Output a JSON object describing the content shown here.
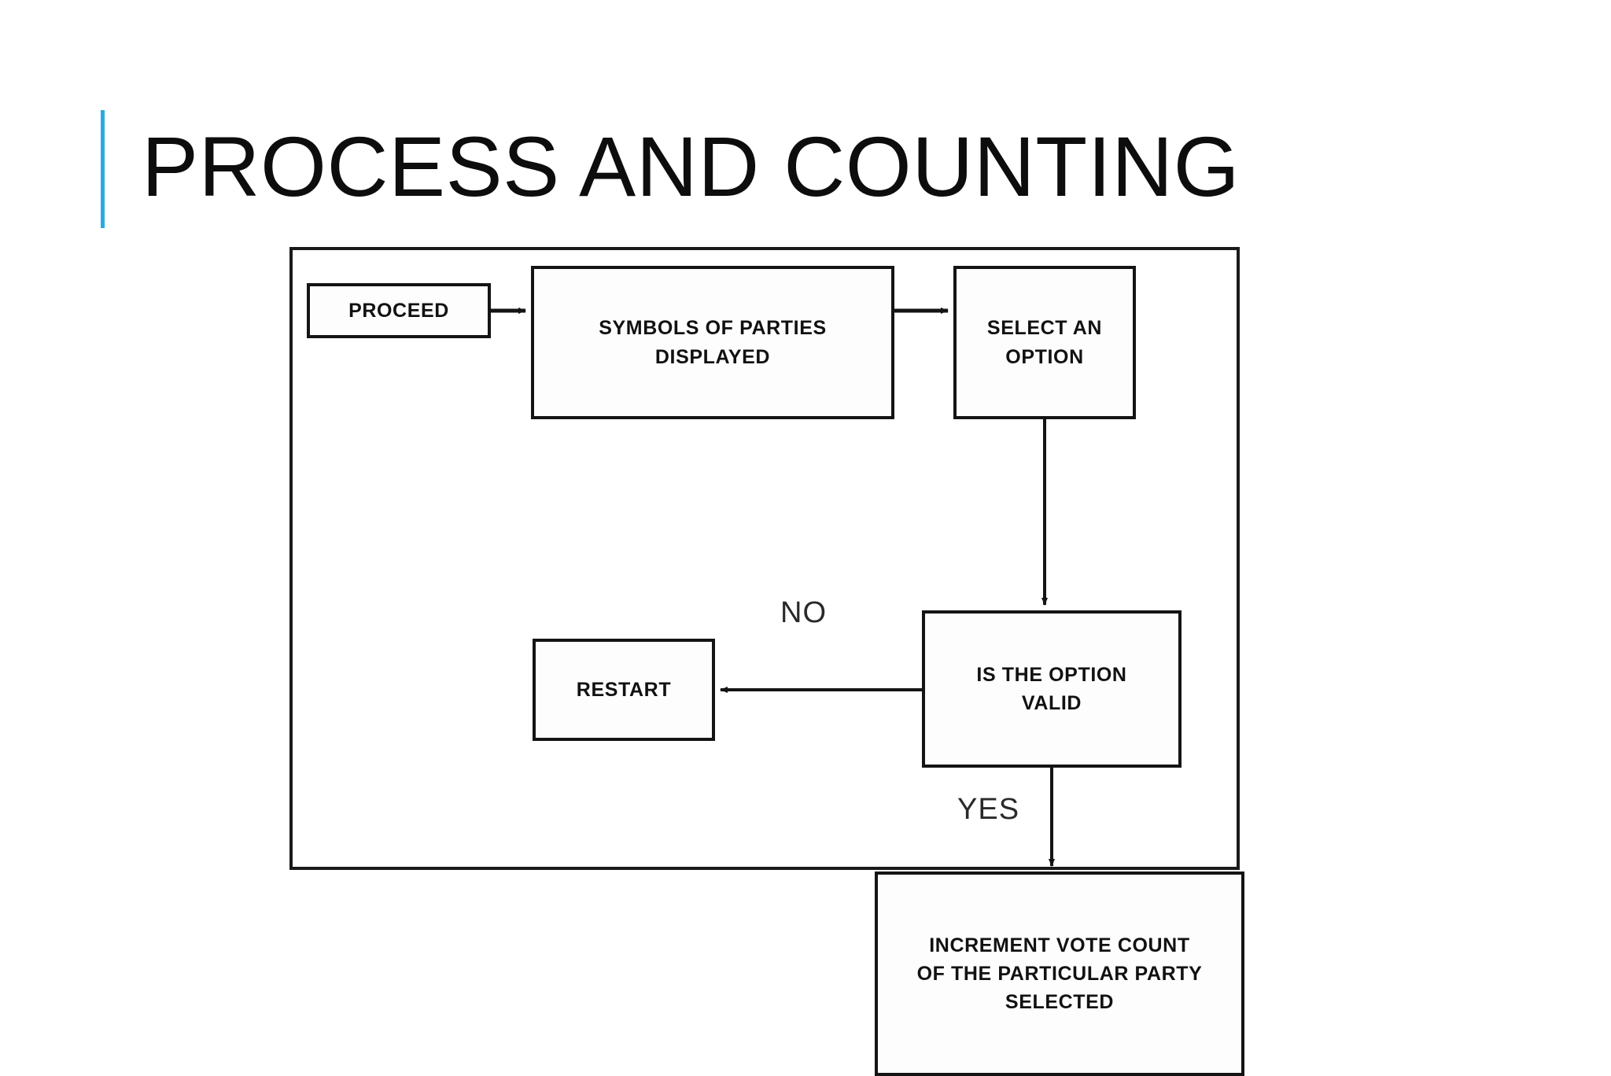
{
  "slide": {
    "title": "PROCESS AND COUNTING",
    "accent_color": "#29ABE2",
    "background_color": "#FFFFFF"
  },
  "figure": {
    "name": "voting-process-flowchart",
    "border_color": "#1A1A1A",
    "nodes": [
      {
        "id": "proceed",
        "label": "PROCEED"
      },
      {
        "id": "symbols",
        "label": "SYMBOLS OF PARTIES\nDISPLAYED",
        "line1": "SYMBOLS OF PARTIES",
        "line2": "DISPLAYED"
      },
      {
        "id": "select",
        "label": "SELECT AN\nOPTION",
        "line1": "SELECT AN",
        "line2": "OPTION"
      },
      {
        "id": "valid",
        "label": "IS THE OPTION\nVALID",
        "line1": "IS THE OPTION",
        "line2": "VALID"
      },
      {
        "id": "restart",
        "label": "RESTART"
      },
      {
        "id": "increment",
        "label": "INCREMENT VOTE COUNT\nOF THE PARTICULAR PARTY\nSELECTED",
        "line1": "INCREMENT VOTE COUNT",
        "line2": "OF THE PARTICULAR PARTY",
        "line3": "SELECTED"
      }
    ],
    "edges": [
      {
        "from": "proceed",
        "to": "symbols",
        "label": ""
      },
      {
        "from": "symbols",
        "to": "select",
        "label": ""
      },
      {
        "from": "select",
        "to": "valid",
        "label": ""
      },
      {
        "from": "valid",
        "to": "restart",
        "label": "NO"
      },
      {
        "from": "valid",
        "to": "increment",
        "label": "YES"
      }
    ],
    "edge_labels": {
      "no": "NO",
      "yes": "YES"
    }
  }
}
